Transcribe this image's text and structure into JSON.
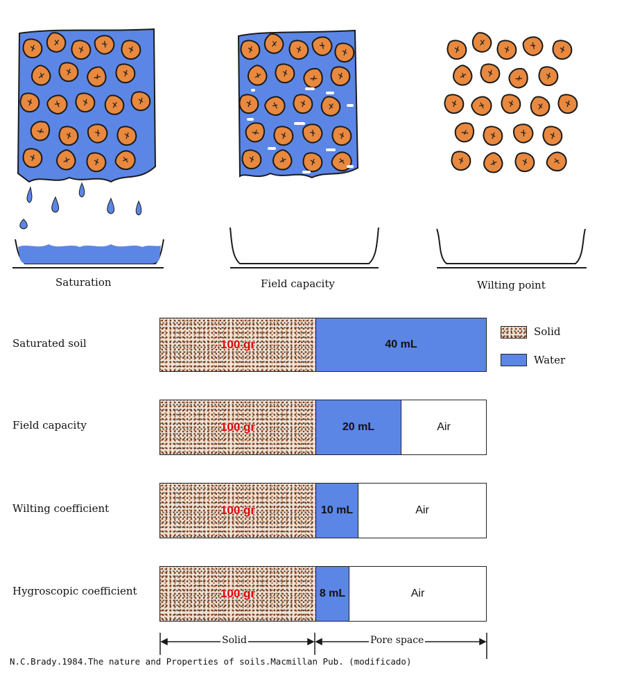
{
  "captions": {
    "saturation": "Saturation",
    "field_capacity": "Field capacity",
    "wilting_point": "Wilting point"
  },
  "colors": {
    "water": "#5b86e5",
    "solid_particle": "#e8893f",
    "solid_text": "#e00000"
  },
  "legend": {
    "solid": "Solid",
    "water": "Water"
  },
  "rows": [
    {
      "label": "Saturated soil",
      "solid": "100 gr",
      "water": "40 mL",
      "water_ml": 40,
      "air": ""
    },
    {
      "label": "Field capacity",
      "solid": "100 gr",
      "water": "20 mL",
      "water_ml": 20,
      "air": "Air"
    },
    {
      "label": "Wilting coefficient",
      "solid": "100 gr",
      "water": "10 mL",
      "water_ml": 10,
      "air": "Air"
    },
    {
      "label": "Hygroscopic coefficient",
      "solid": "100 gr",
      "water": "8 mL",
      "water_ml": 8,
      "air": "Air"
    }
  ],
  "scale": {
    "solid": "Solid",
    "pore_space": "Pore space"
  },
  "footnote": "N.C.Brady.1984.The nature and Properties of soils.Macmillan Pub. (modificado)"
}
